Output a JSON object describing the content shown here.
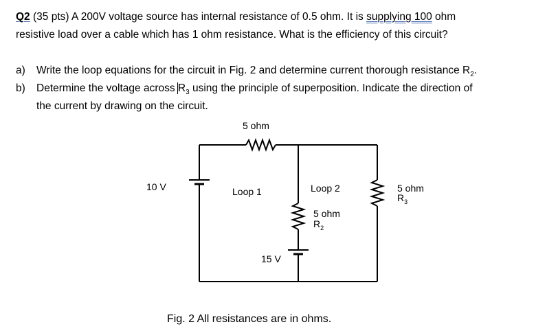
{
  "question": {
    "number": "Q2",
    "line1_rest": " (35 pts) A  200V voltage source has internal resistance of 0.5 ohm. It is ",
    "underlined": "supplying  100",
    "line1_end": " ohm",
    "line2": "resistive load over a cable which has 1 ohm resistance. What is the efficiency of this circuit?"
  },
  "parts": [
    {
      "marker": "a)",
      "text": "Write the loop equations for the circuit in Fig. 2 and determine current thorough resistance R",
      "sub": "2",
      "tail": "."
    },
    {
      "marker": "b)",
      "text_before": "Determine the voltage across ",
      "r": "R",
      "sub": "3",
      "text_after": " using the principle of superposition. Indicate the direction of",
      "continuation": "the current by drawing on the circuit."
    }
  ],
  "circuit": {
    "top_resistor_label": "5 ohm",
    "source1_label": "10 V",
    "loop1_label": "Loop 1",
    "loop2_label": "Loop 2",
    "r2_value": "5 ohm",
    "r2_name": "R",
    "r2_sub": "2",
    "r3_value": "5 ohm",
    "r3_name": "R",
    "r3_sub": "3",
    "source2_label": "15 V"
  },
  "caption": "Fig. 2 All resistances are in ohms."
}
